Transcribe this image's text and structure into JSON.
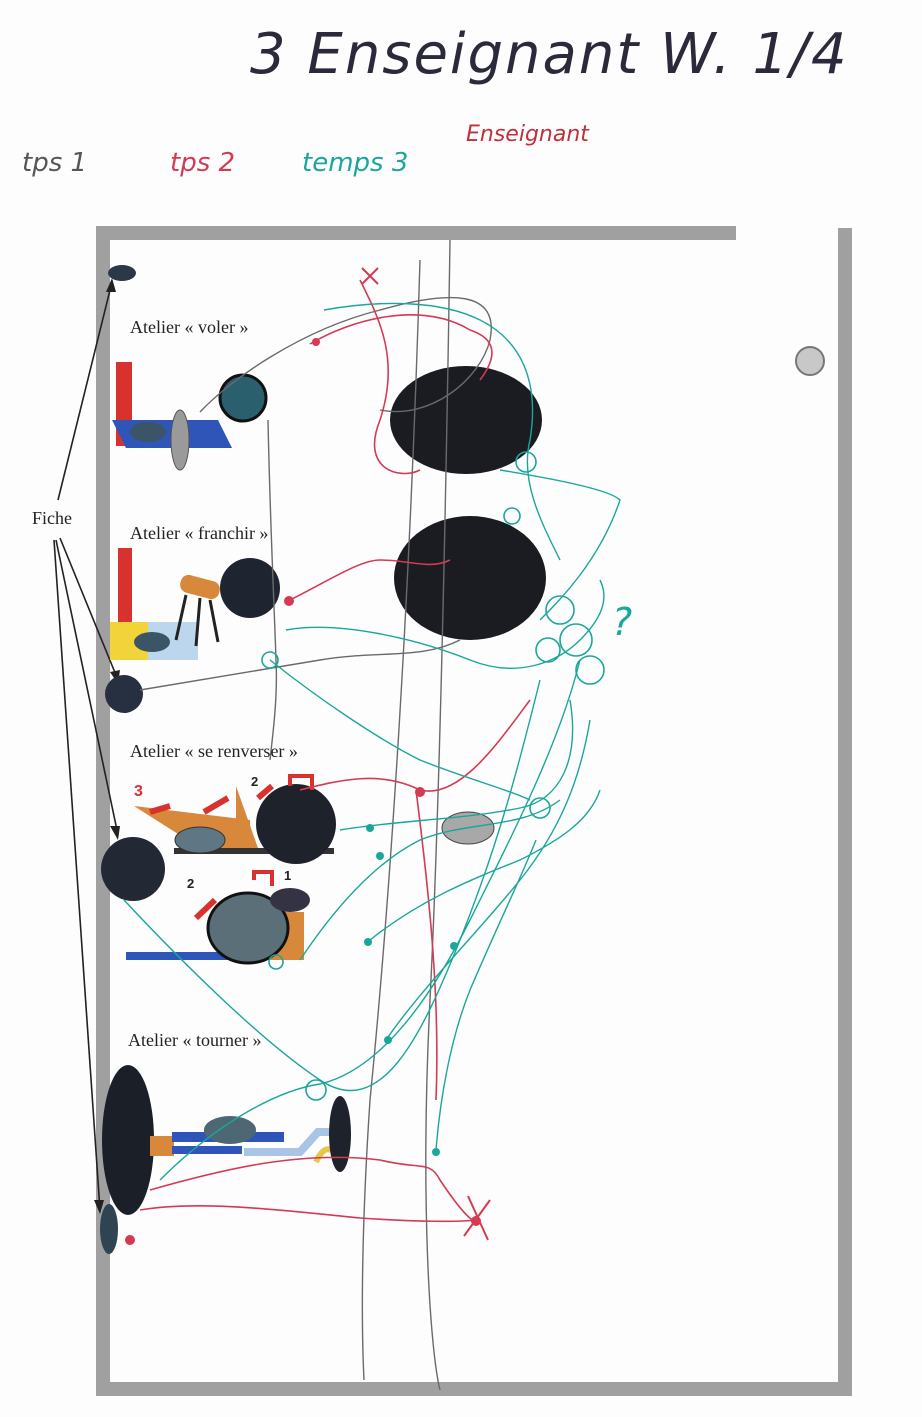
{
  "title": "3   Enseignant W.   1/4",
  "legend": {
    "temps1": "tps 1",
    "temps2": "tps 2",
    "temps3": "temps 3",
    "enseignant": "Enseignant"
  },
  "labels": {
    "fiche": "Fiche",
    "atelier_voler": "Atelier  « voler »",
    "atelier_franchir": "Atelier  « franchir »",
    "atelier_renverser": "Atelier  « se renverser »",
    "atelier_tourner": "Atelier  « tourner »",
    "step_3": "3",
    "step_2a": "2",
    "step_2b": "2",
    "step_1": "1",
    "question_mark": "?"
  },
  "colors": {
    "temps1": "#6a6a6a",
    "temps2": "#d43a54",
    "temps3": "#1aa79a",
    "wall": "#9a9a9a",
    "mat_blue": "#2f55b8",
    "red_block": "#d8322e",
    "dark_obj": "#2a2f3a",
    "grey_obj": "#a8a8a8"
  }
}
